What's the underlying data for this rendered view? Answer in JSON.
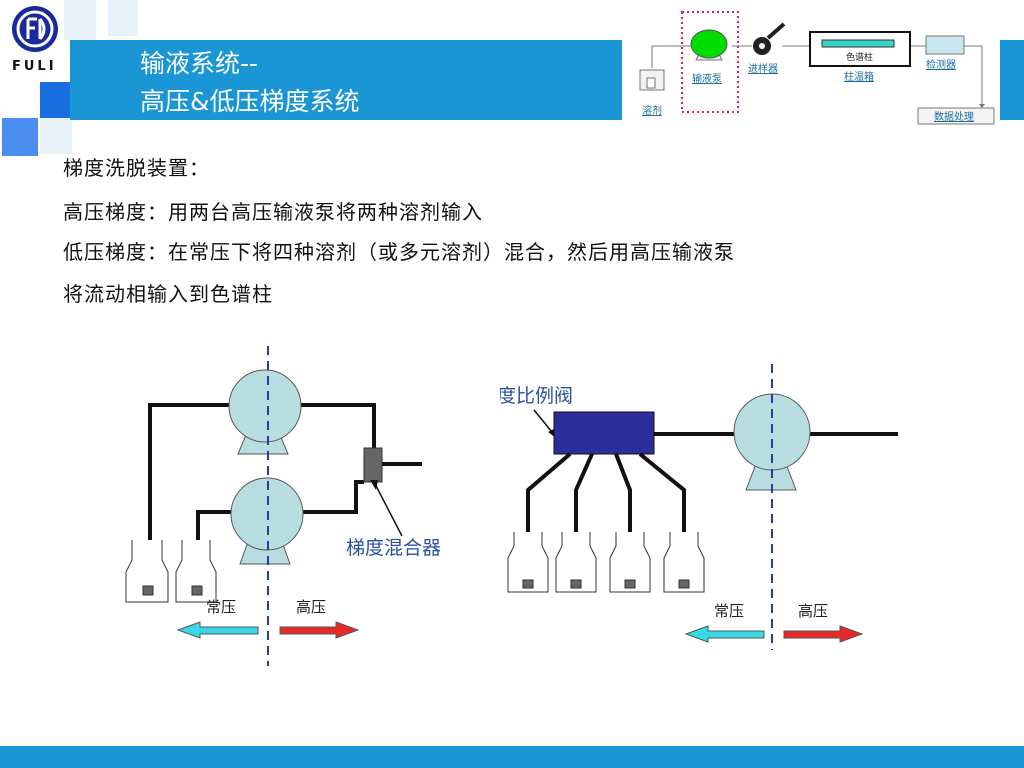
{
  "logo": {
    "brand": "FULI"
  },
  "title": {
    "line1": "输液系统--",
    "line2": "高压&低压梯度系统"
  },
  "flow": {
    "solvent": "溶剂",
    "pump": "输液泵",
    "injector": "进样器",
    "column": "色谱柱",
    "oven": "柱温箱",
    "detector": "检测器",
    "data": "数据处理"
  },
  "body": {
    "line1": "梯度洗脱装置：",
    "line2": "高压梯度：用两台高压输液泵将两种溶剂输入",
    "line3": "低压梯度：在常压下将四种溶剂（或多元溶剂）混合，然后用高压输液泵",
    "line4": "将流动相输入到色谱柱"
  },
  "left_diagram": {
    "mixer_label": "梯度混合器",
    "low_label": "常压",
    "high_label": "高压"
  },
  "right_diagram": {
    "valve_label": "低压梯度比例阀",
    "low_label": "常压",
    "high_label": "高压"
  },
  "colors": {
    "accent": "#1a96d4",
    "pump_fill": "#b8dde0",
    "valve": "#2d2d9e",
    "arrow_low": "#38d8e8",
    "arrow_high": "#e52a2a",
    "dotted": "#e0187a",
    "pump_green": "#00dd00"
  }
}
